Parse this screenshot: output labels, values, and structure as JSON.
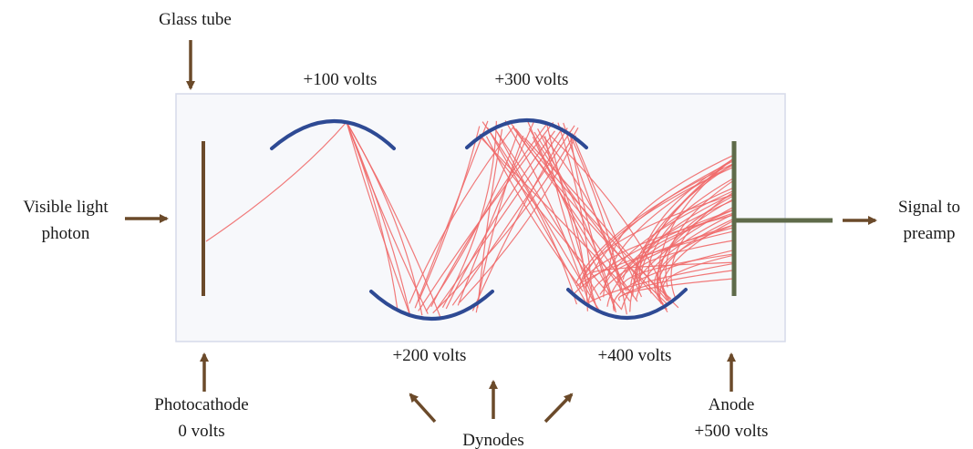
{
  "labels": {
    "glass_tube": "Glass tube",
    "dynode1_voltage": "+100 volts",
    "dynode2_voltage": "+200 volts",
    "dynode3_voltage": "+300 volts",
    "dynode4_voltage": "+400 volts",
    "photon_line1": "Visible light",
    "photon_line2": "photon",
    "photocathode_line1": "Photocathode",
    "photocathode_line2": "0 volts",
    "dynodes": "Dynodes",
    "anode_line1": "Anode",
    "anode_line2": "+500 volts",
    "signal_line1": "Signal to",
    "signal_line2": "preamp"
  },
  "colors": {
    "tube_fill": "#f7f8fb",
    "tube_stroke": "#d6daea",
    "photocathode": "#6b4a2a",
    "dynode": "#2e4a94",
    "anode": "#5f6b4a",
    "electron_path": "#f06a6a",
    "arrow": "#6b4a2a"
  }
}
